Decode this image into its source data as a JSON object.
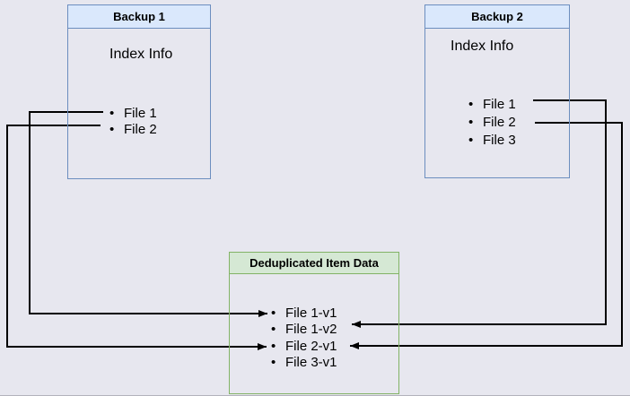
{
  "diagram": {
    "type": "backup-deduplication-diagram",
    "colors": {
      "background": "#e7e7ef",
      "blue_node_border": "#6c8ebf",
      "blue_node_title_fill": "#dae8fc",
      "green_node_border": "#82b366",
      "green_node_title_fill": "#d5e8d4",
      "connector": "#000000",
      "text": "#000000"
    }
  },
  "nodes": {
    "backup1": {
      "title": "Backup 1",
      "label": "Index Info",
      "items": [
        "File 1",
        "File 2"
      ]
    },
    "backup2": {
      "title": "Backup 2",
      "label": "Index Info",
      "items": [
        "File 1",
        "File 2",
        "File 3"
      ]
    },
    "dedup": {
      "title": "Deduplicated Item Data",
      "items": [
        "File 1-v1",
        "File 1-v2",
        "File 2-v1",
        "File 3-v1"
      ]
    }
  },
  "edges": [
    {
      "from": "Backup 1 / File 1",
      "to": "Deduplicated Item Data / File 1-v1",
      "direction": "arrow-into-left-of-target"
    },
    {
      "from": "Backup 1 / File 2",
      "to": "Deduplicated Item Data / File 2-v1",
      "direction": "arrow-into-left-of-target"
    },
    {
      "from": "Backup 2 / File 1",
      "to": "Deduplicated Item Data / File 1-v2",
      "direction": "arrow-into-right-of-target"
    },
    {
      "from": "Backup 2 / File 2",
      "to": "Deduplicated Item Data / File 2-v1",
      "direction": "arrow-into-right-of-target"
    }
  ]
}
